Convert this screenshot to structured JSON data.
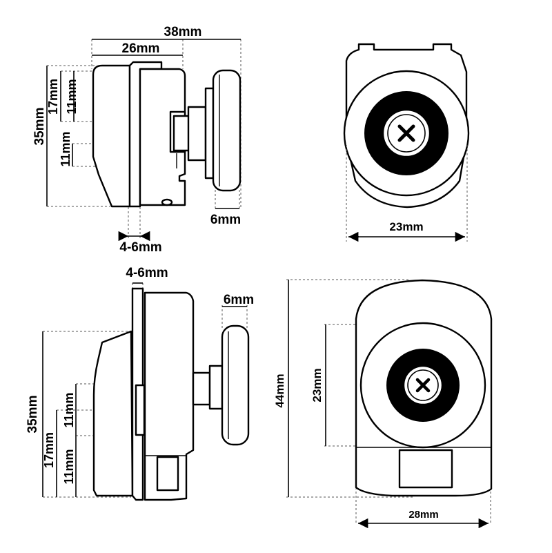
{
  "figure": {
    "top_side_view": {
      "labels": {
        "overall_depth": "38mm",
        "body_depth": "26mm",
        "height": "35mm",
        "upper_offset": "17mm",
        "upper_segment": "11mm",
        "lower_segment": "11mm",
        "glass_thickness": "4-6mm",
        "wheel_width": "6mm"
      }
    },
    "top_front_view": {
      "labels": {
        "wheel_diameter": "23mm"
      }
    },
    "bottom_side_view": {
      "labels": {
        "glass_thickness": "4-6mm",
        "wheel_width": "6mm",
        "height": "35mm",
        "upper_segment": "11mm",
        "upper_offset": "17mm",
        "lower_segment": "11mm"
      }
    },
    "bottom_front_view": {
      "labels": {
        "overall_height": "44mm",
        "wheel_diameter": "23mm",
        "body_width": "28mm"
      }
    }
  }
}
